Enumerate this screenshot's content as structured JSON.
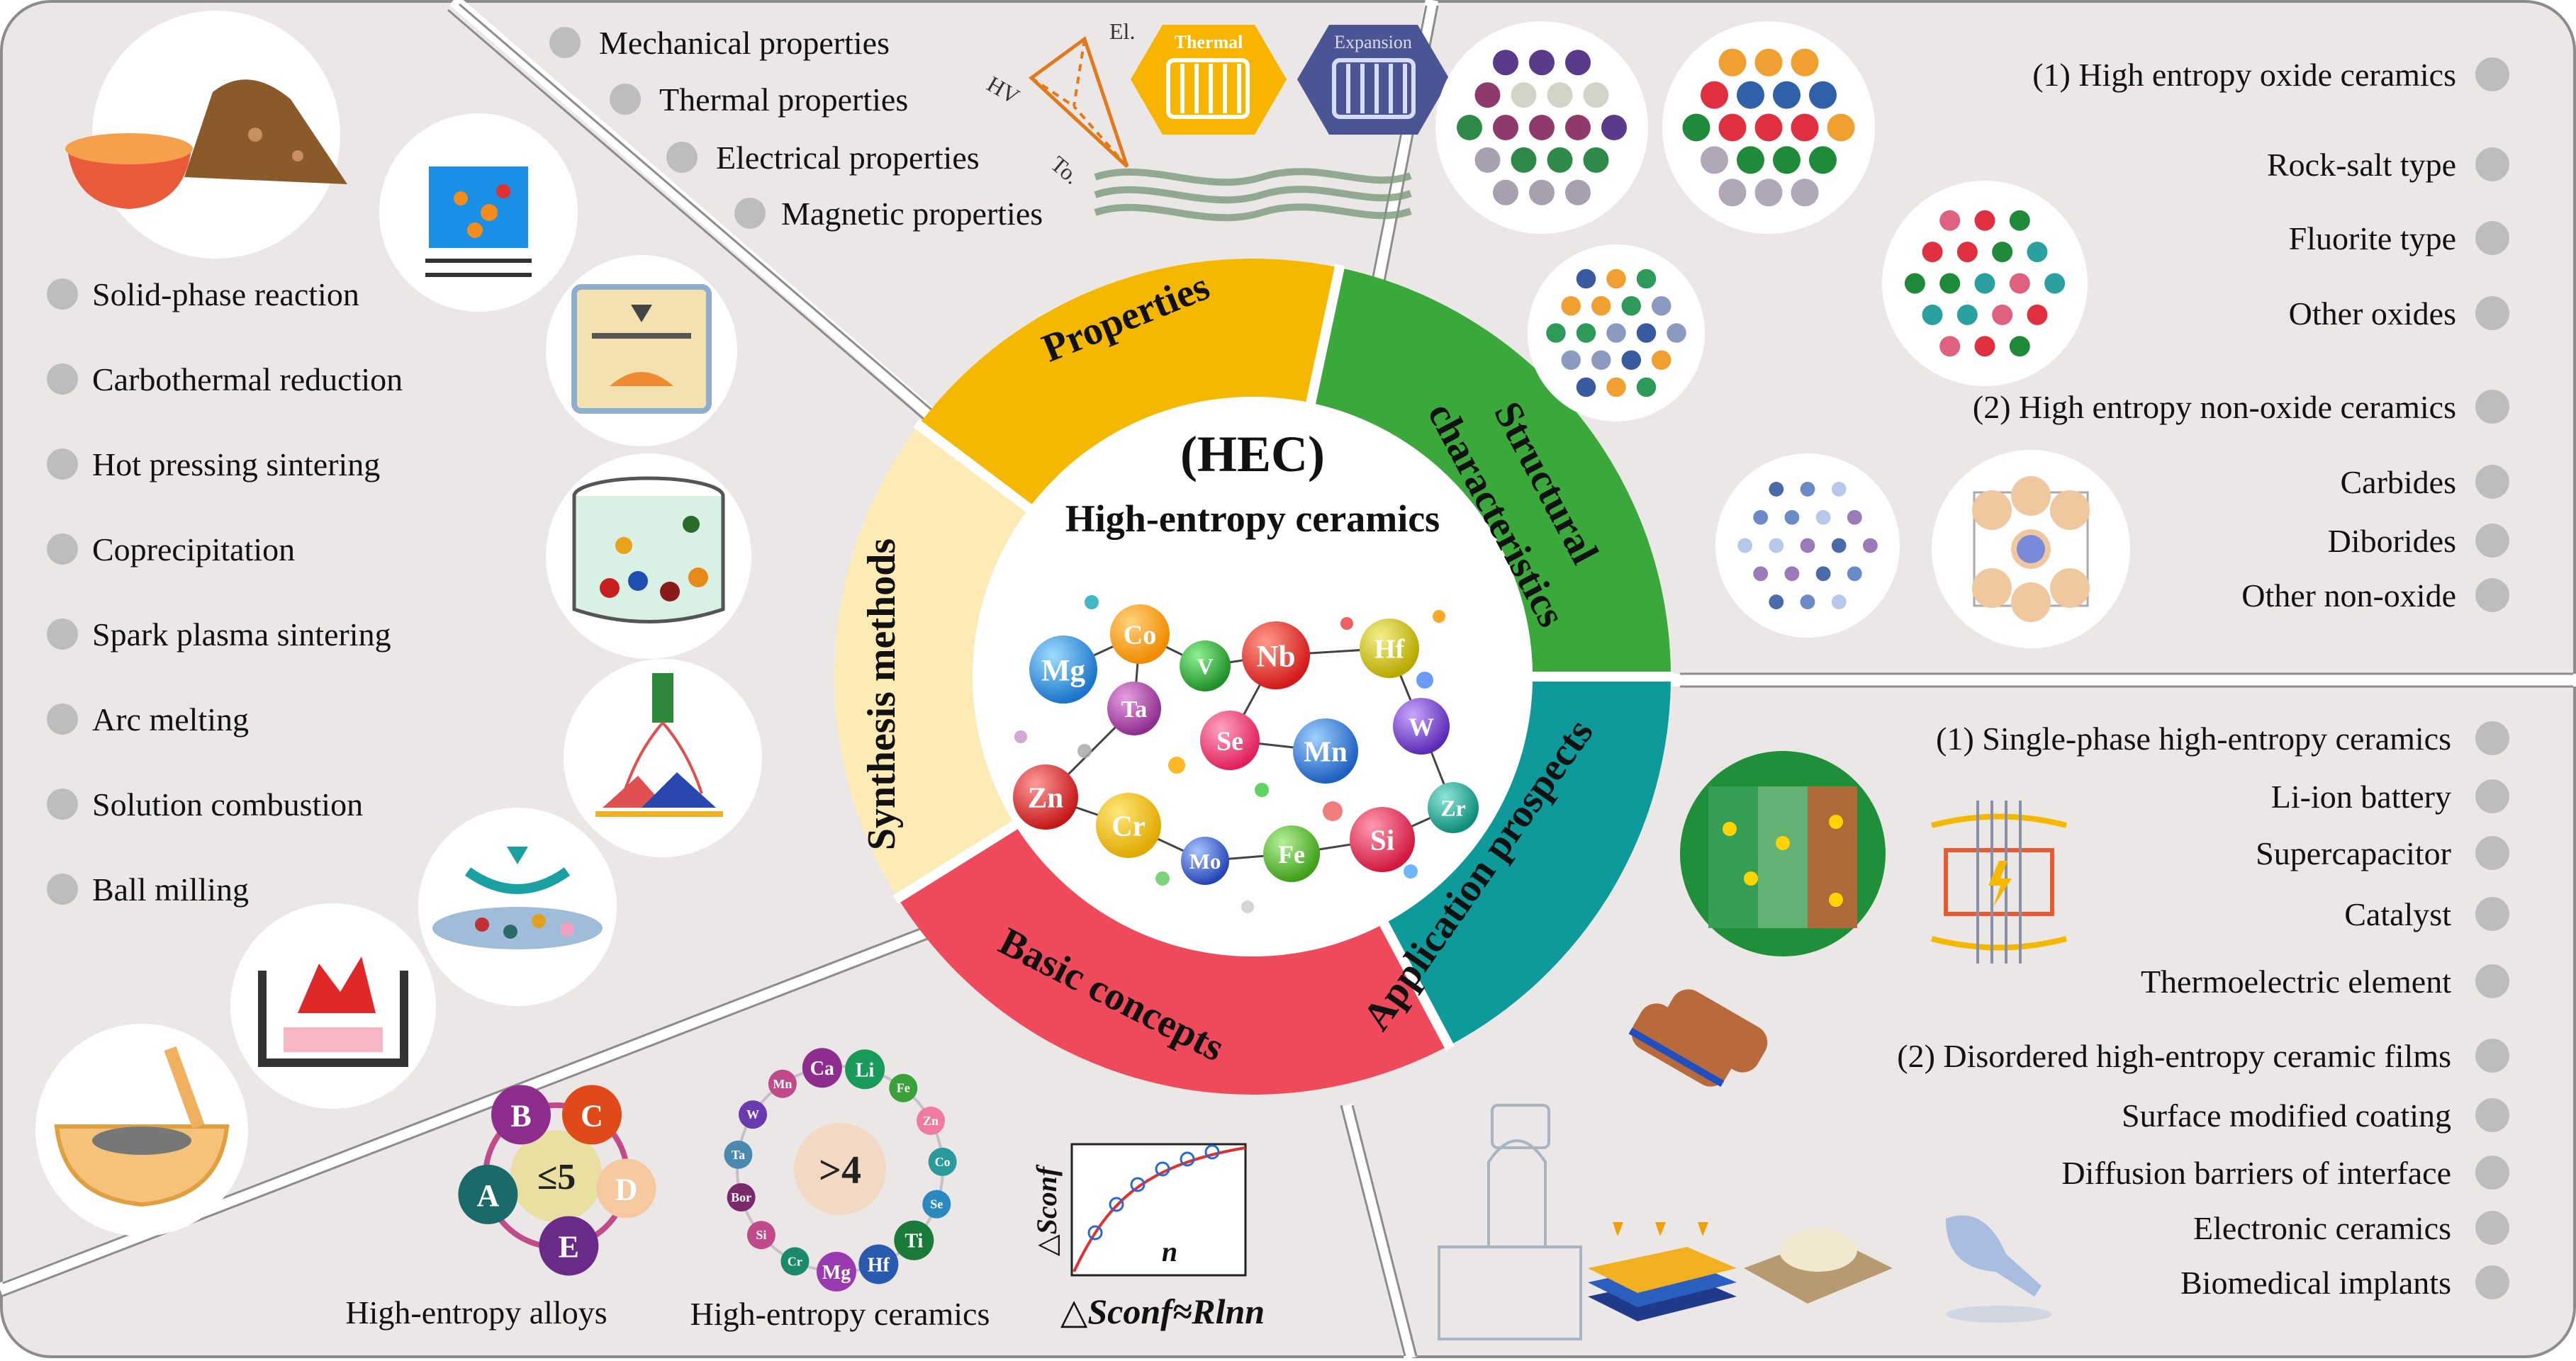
{
  "center": {
    "abbr": "(HEC)",
    "title": "High-entropy ceramics"
  },
  "ring": {
    "properties": "Properties",
    "structural": [
      "Structural",
      "characteristics"
    ],
    "application": "Application prospects",
    "basic": "Basic concepts",
    "synthesis": "Synthesis methods"
  },
  "colors": {
    "properties": "#f5b800",
    "structural": "#3aa83a",
    "application": "#0e9a9a",
    "basic": "#ef4a5c",
    "synthesis": "#fdebb5",
    "panel": "#ebe7e6"
  },
  "elements": [
    "Mg",
    "Co",
    "V",
    "Nb",
    "Hf",
    "Ta",
    "Se",
    "Mn",
    "W",
    "Zn",
    "Cr",
    "Mo",
    "Fe",
    "Si",
    "Zr"
  ],
  "properties_list": [
    "Mechanical properties",
    "Thermal properties",
    "Electrical properties",
    "Magnetic properties"
  ],
  "properties_icons": {
    "triangle": [
      "El.",
      "HV",
      "To."
    ],
    "thermal": "Thermal",
    "expansion": "Expansion"
  },
  "synthesis_list": [
    "Solid-phase reaction",
    "Carbothermal reduction",
    "Hot pressing sintering",
    "Coprecipitation",
    "Spark plasma sintering",
    "Arc melting",
    "Solution combustion",
    "Ball milling"
  ],
  "structural_list": [
    "(1) High entropy oxide ceramics",
    "Rock-salt type",
    "Fluorite type",
    "Other oxides",
    "(2) High entropy non-oxide ceramics",
    "Carbides",
    "Diborides",
    "Other non-oxide"
  ],
  "application_list": [
    "(1) Single-phase high-entropy ceramics",
    "Li-ion battery",
    "Supercapacitor",
    "Catalyst",
    "Thermoelectric element",
    "(2) Disordered high-entropy ceramic films",
    "Surface modified coating",
    "Diffusion barriers of interface",
    "Electronic ceramics",
    "Biomedical implants"
  ],
  "basic": {
    "alloys_letters": [
      "B",
      "C",
      "D",
      "E",
      "A"
    ],
    "alloys_center": "≤5",
    "alloys_label": "High-entropy alloys",
    "ceramics_elements": [
      "Ca",
      "Li",
      "Fe",
      "Zn",
      "Co",
      "Se",
      "Ti",
      "Hf",
      "Mg",
      "Cr",
      "Si",
      "Bor",
      "Ta",
      "W",
      "Mn"
    ],
    "ceramics_center": ">4",
    "ceramics_label": "High-entropy ceramics",
    "plot_y": "△Sconf",
    "plot_x": "n",
    "formula": "△Sconf≈Rlnn"
  }
}
